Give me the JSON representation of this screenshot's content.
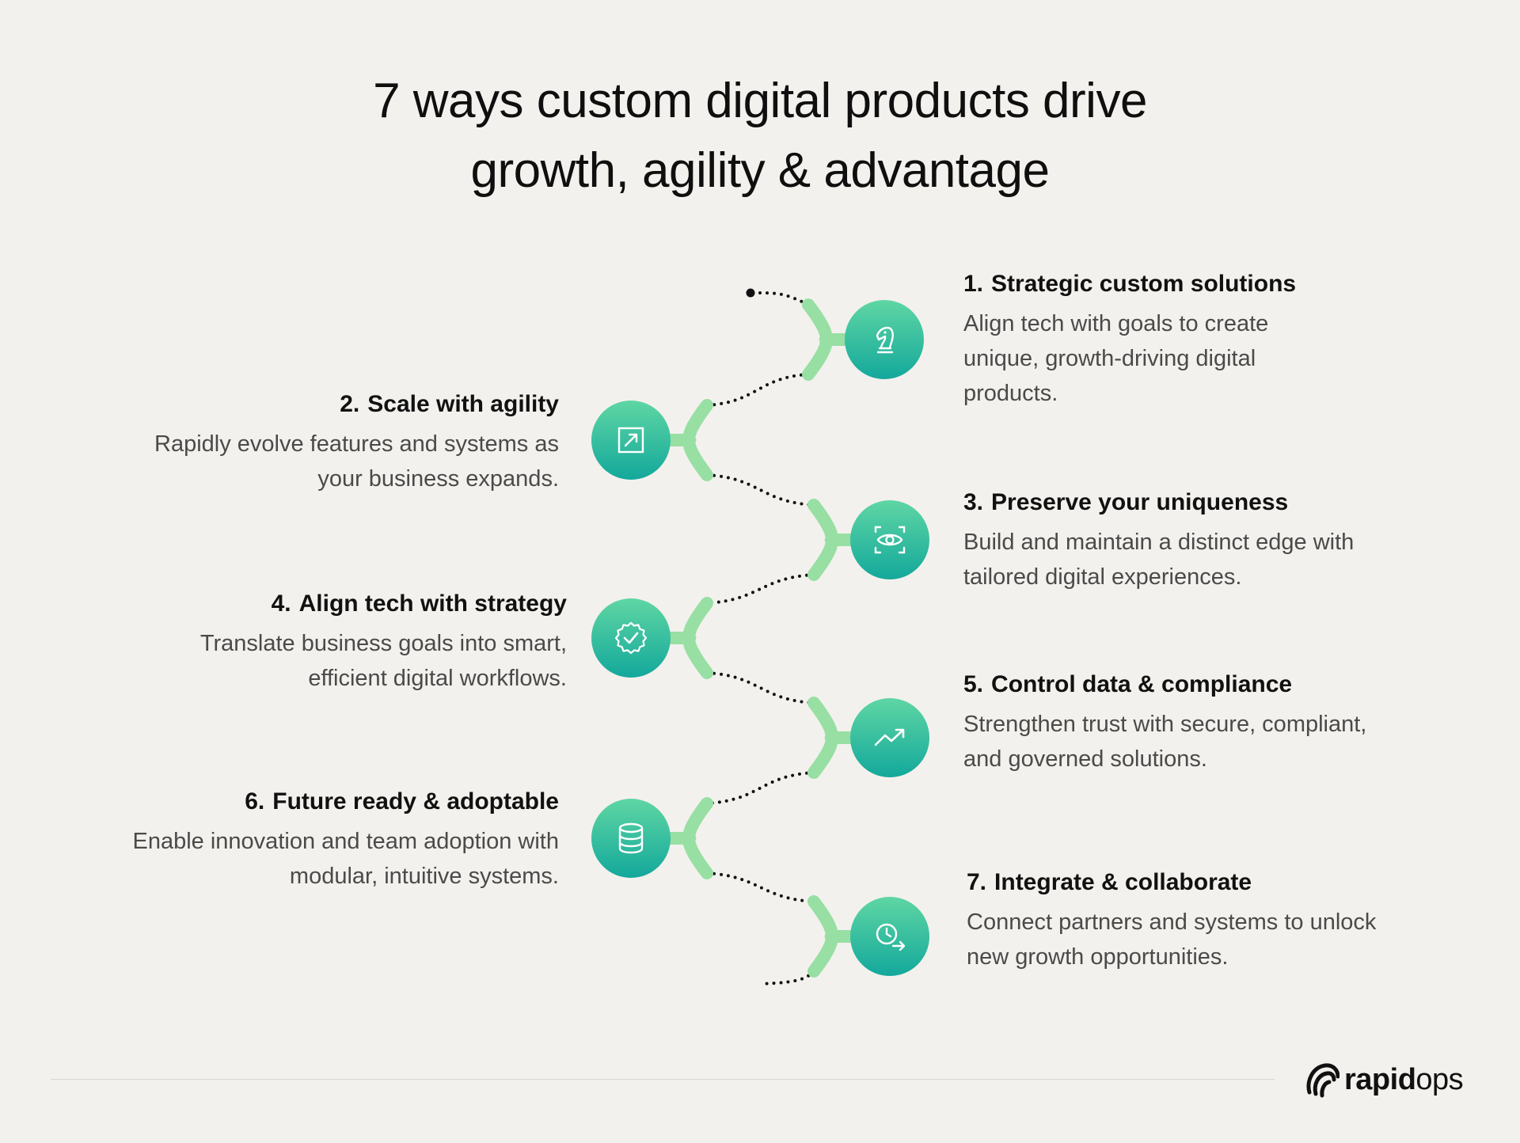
{
  "title": {
    "line1": "7 ways custom digital products drive",
    "line2": "growth, agility & advantage"
  },
  "colors": {
    "background": "#f3f1ed",
    "node_gradient_top": "#5fd6a4",
    "node_gradient_bottom": "#13a89b",
    "branch": "#97dfa3",
    "dots": "#111111"
  },
  "items": [
    {
      "number": "1.",
      "title": "Strategic custom solutions",
      "description": "Align tech with goals to create unique, growth-driving digital products.",
      "icon": "chess-knight-icon"
    },
    {
      "number": "2.",
      "title": "Scale with agility",
      "description": "Rapidly evolve features and systems as your business expands.",
      "icon": "arrow-up-right-box-icon"
    },
    {
      "number": "3.",
      "title": "Preserve your uniqueness",
      "description": "Build and maintain a distinct edge with tailored digital experiences.",
      "icon": "eye-scan-icon"
    },
    {
      "number": "4.",
      "title": "Align tech with strategy",
      "description": "Translate business goals into smart, efficient digital workflows.",
      "icon": "verified-badge-icon"
    },
    {
      "number": "5.",
      "title": "Control data & compliance",
      "description": "Strengthen trust with secure, compliant, and governed solutions.",
      "icon": "trending-up-icon"
    },
    {
      "number": "6.",
      "title": "Future ready & adoptable",
      "description": "Enable innovation and team adoption with modular, intuitive systems.",
      "icon": "database-icon"
    },
    {
      "number": "7.",
      "title": "Integrate & collaborate",
      "description": "Connect partners and systems to unlock new growth opportunities.",
      "icon": "clock-arrow-icon"
    }
  ],
  "brand": {
    "name_bold": "rapid",
    "name_light": "ops",
    "logo_icon": "rapidops-logo-icon"
  }
}
